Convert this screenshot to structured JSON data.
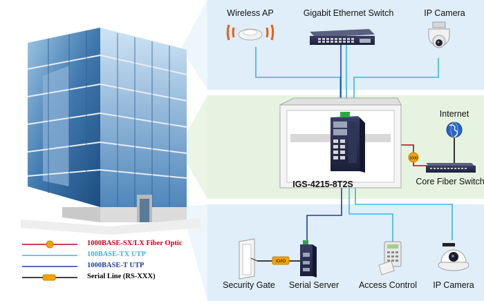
{
  "devices": {
    "wireless_ap": "Wireless AP",
    "gigabit_switch": "Gigabit Ethernet Switch",
    "ip_camera_top": "IP Camera",
    "internet": "Internet",
    "core_switch": "Core Fiber Switch",
    "security_gate": "Security Gate",
    "serial_server": "Serial Server",
    "access_control": "Access Control",
    "ip_camera_bottom": "IP Camera"
  },
  "center_model": "IGS-4215-8T2S",
  "legend": [
    {
      "label": "1000BASE-SX/LX Fiber  Optic",
      "color": "#c0001d"
    },
    {
      "label": "100BASE-TX UTP",
      "color": "#3bb3e6"
    },
    {
      "label": "1000BASE-T UTP",
      "color": "#1f3f9e"
    },
    {
      "label": "Serial Line (RS-XXX)",
      "color": "#000000"
    }
  ],
  "link_badges": {
    "fiber": "1000",
    "serial": "IO/IO"
  },
  "colors": {
    "fiber": "#c0001d",
    "utp100": "#3bb3e6",
    "utp1000": "#1f3f9e",
    "serial": "#000000",
    "panel_top": "#dfeef8",
    "panel_mid": "#e6f3e0",
    "panel_bottom": "#dfeef8"
  }
}
